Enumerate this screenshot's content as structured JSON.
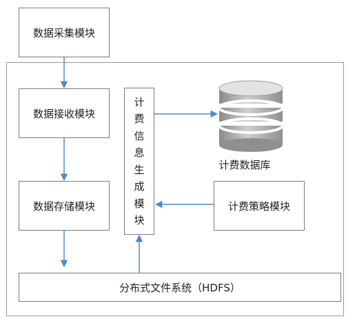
{
  "modules": {
    "collect": "数据采集模块",
    "receive": "数据接收模块",
    "store": "数据存储模块",
    "billing_generate_chars": [
      "计",
      "费",
      "信",
      "息",
      "生",
      "成",
      "模",
      "块"
    ],
    "policy": "计费策略模块",
    "database": "计费数据库",
    "hdfs": "分布式文件系统（HDFS）"
  },
  "colors": {
    "arrow": "#4f8ac4",
    "border": "#7a7a7a",
    "db_gray": "#9c9c9c"
  }
}
